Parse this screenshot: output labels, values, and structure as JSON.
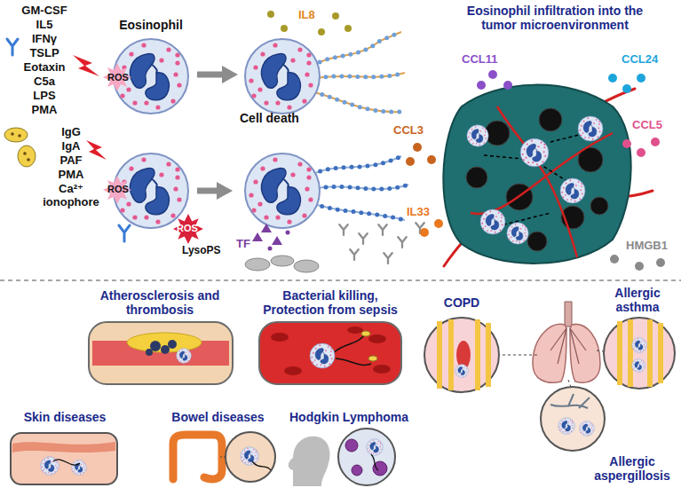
{
  "diagram": {
    "nodes": [
      {
        "text": [
          "Eosinophil",
          "ROS"
        ]
      },
      {
        "text": [
          "IL8"
        ]
      },
      {
        "text": [
          "ROS"
        ]
      },
      {
        "text": [
          "Cell death",
          "TF"
        ]
      },
      {
        "text": [
          "Eosinophil infiltration into the tumor microenvironment"
        ]
      },
      {
        "text": [
          "Atherosclerosis and thrombosis"
        ]
      },
      {
        "text": [
          "Bacterial killing, Protection from sepsis"
        ]
      },
      {
        "text": [
          "COPD"
        ]
      },
      {
        "text": [
          "Allergic asthma"
        ]
      },
      {
        "text": [
          "Allergic aspergillosis"
        ]
      },
      {
        "text": [
          "Skin diseases"
        ]
      },
      {
        "text": [
          "Bowel diseases"
        ]
      },
      {
        "text": [
          "Hodgkin Lymphoma"
        ]
      }
    ],
    "edges": [
      {
        "from": 0,
        "to": 1,
        "arrow": "to"
      },
      {
        "from": 2,
        "to": 3,
        "arrow": "to"
      }
    ],
    "labels": [
      "GM-CSF",
      "IL5",
      "IFNγ",
      "TSLP",
      "Eotaxin",
      "C5a",
      "LPS",
      "PMA",
      "IgG",
      "IgA",
      "PAF",
      "PMA",
      "Ca²⁺ ionophore",
      "ROS",
      "LysoPS",
      "CCL11",
      "CCL24",
      "CCL3",
      "CCL5",
      "IL33",
      "HMGB1"
    ]
  }
}
